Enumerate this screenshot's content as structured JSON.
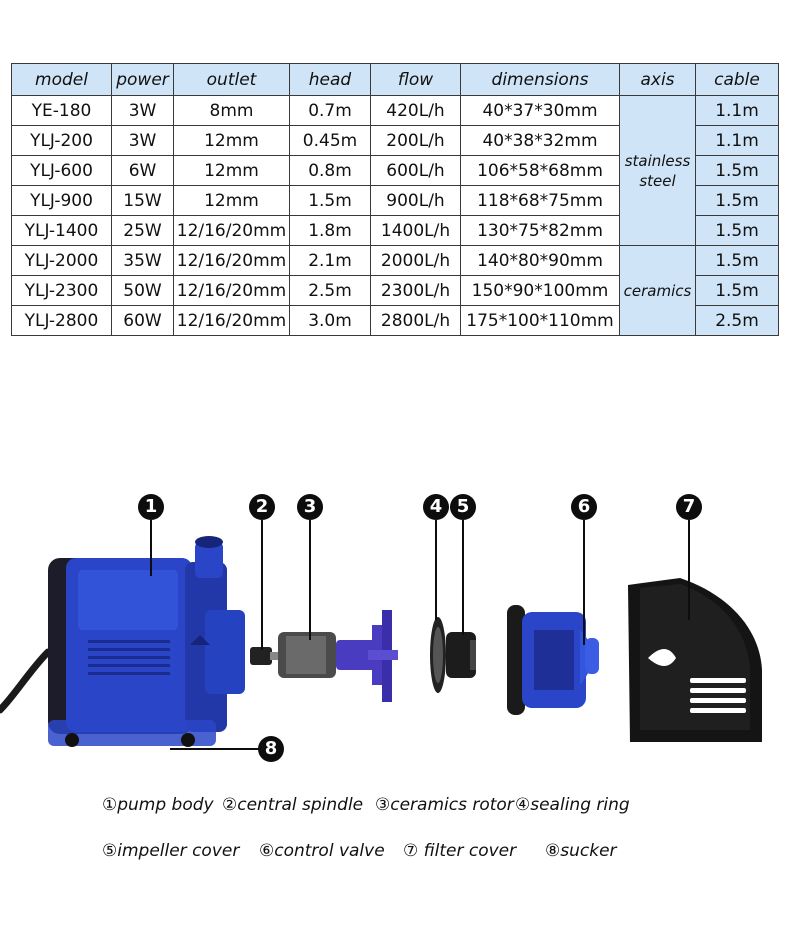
{
  "table": {
    "headers": [
      "model",
      "power",
      "outlet",
      "head",
      "flow",
      "dimensions",
      "axis",
      "cable"
    ],
    "rows": [
      {
        "model": "YE-180",
        "power": "3W",
        "outlet": "8mm",
        "head": "0.7m",
        "flow": "420L/h",
        "dimensions": "40*37*30mm",
        "cable": "1.1m"
      },
      {
        "model": "YLJ-200",
        "power": "3W",
        "outlet": "12mm",
        "head": "0.45m",
        "flow": "200L/h",
        "dimensions": "40*38*32mm",
        "cable": "1.1m"
      },
      {
        "model": "YLJ-600",
        "power": "6W",
        "outlet": "12mm",
        "head": "0.8m",
        "flow": "600L/h",
        "dimensions": "106*58*68mm",
        "cable": "1.5m"
      },
      {
        "model": "YLJ-900",
        "power": "15W",
        "outlet": "12mm",
        "head": "1.5m",
        "flow": "900L/h",
        "dimensions": "118*68*75mm",
        "cable": "1.5m"
      },
      {
        "model": "YLJ-1400",
        "power": "25W",
        "outlet": "12/16/20mm",
        "head": "1.8m",
        "flow": "1400L/h",
        "dimensions": "130*75*82mm",
        "cable": "1.5m"
      },
      {
        "model": "YLJ-2000",
        "power": "35W",
        "outlet": "12/16/20mm",
        "head": "2.1m",
        "flow": "2000L/h",
        "dimensions": "140*80*90mm",
        "cable": "1.5m"
      },
      {
        "model": "YLJ-2300",
        "power": "50W",
        "outlet": "12/16/20mm",
        "head": "2.5m",
        "flow": "2300L/h",
        "dimensions": "150*90*100mm",
        "cable": "1.5m"
      },
      {
        "model": "YLJ-2800",
        "power": "60W",
        "outlet": "12/16/20mm",
        "head": "3.0m",
        "flow": "2800L/h",
        "dimensions": "175*100*110mm",
        "cable": "2.5m"
      }
    ],
    "axis_groups": [
      {
        "label_line1": "stainless",
        "label_line2": "steel"
      },
      {
        "label_line1": "ceramics",
        "label_line2": ""
      }
    ]
  },
  "diagram": {
    "markers": [
      "1",
      "2",
      "3",
      "4",
      "5",
      "6",
      "7",
      "8"
    ]
  },
  "legend": {
    "line1": [
      "①pump body",
      "②central spindle",
      "③ceramics rotor",
      "④sealing ring"
    ],
    "line2": [
      "⑤impeller cover",
      "⑥control valve",
      "⑦ filter cover",
      "⑧sucker"
    ]
  },
  "colors": {
    "table_header_bg": "#cfe4f7",
    "pump_blue": "#2a45c8",
    "rotor_purple": "#4a3cc0",
    "cover_black": "#141414"
  }
}
